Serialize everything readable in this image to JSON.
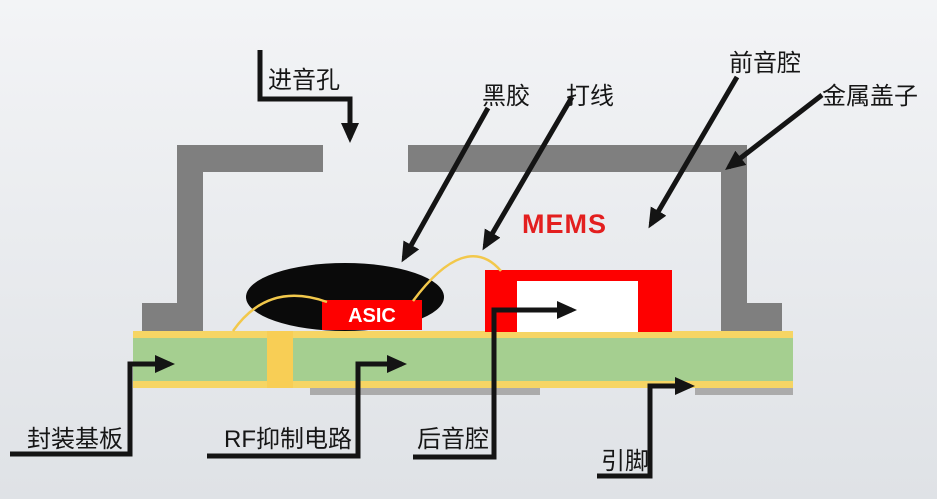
{
  "diagram": {
    "type": "mems-microphone-cross-section"
  },
  "labels": {
    "sound_inlet": "进音孔",
    "black_glue": "黑胶",
    "wire_bond": "打线",
    "front_cavity": "前音腔",
    "metal_lid": "金属盖子",
    "mems": "MEMS",
    "asic": "ASIC",
    "substrate": "封装基板",
    "rf_circuit": "RF抑制电路",
    "back_cavity": "后音腔",
    "pins": "引脚"
  },
  "colors": {
    "lid_gray": "#7F7F7F",
    "pad_gray": "#ABABAB",
    "substrate_green": "#A5CF90",
    "copper_yellow": "#F6D564",
    "via_yellow": "#F8CE55",
    "chip_red": "#FE0000",
    "mems_text_red": "#E31F1F",
    "glue_black": "#0A0A0A",
    "bond_wire_gold": "#F2C84B",
    "leader_black": "#141414",
    "background_top": "#F3F4F6",
    "background_bottom": "#DFE2E6"
  }
}
